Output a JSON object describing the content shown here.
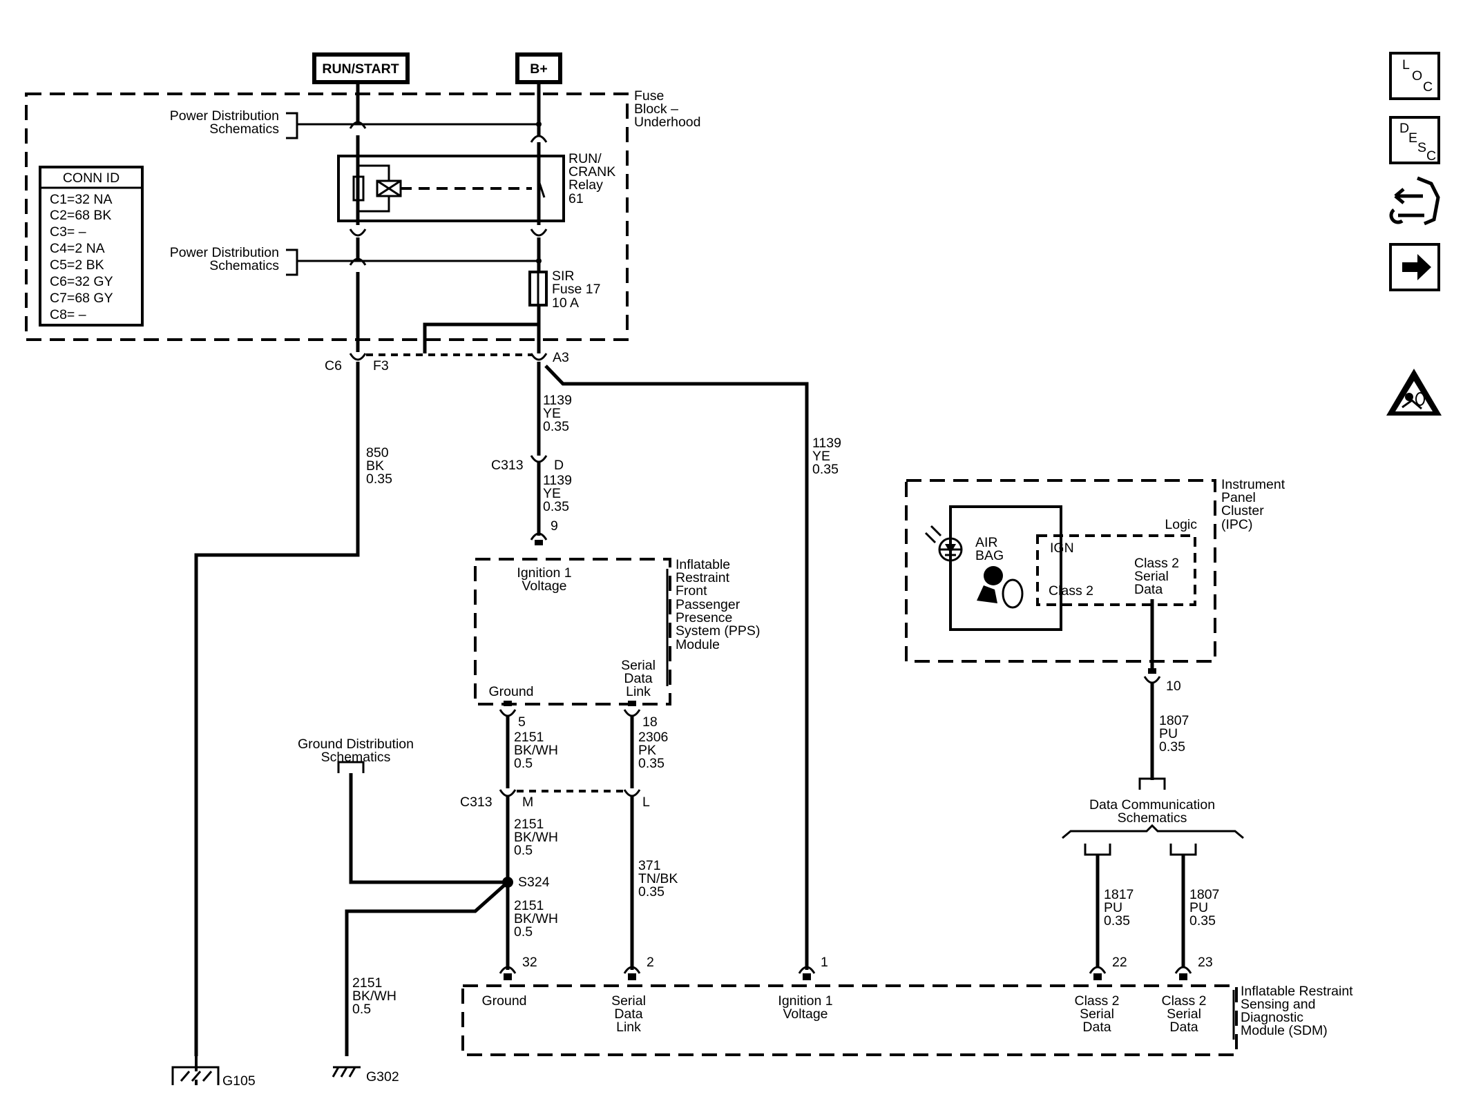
{
  "power_sources": {
    "run_start": "RUN/START",
    "b_plus": "B+"
  },
  "fuse_block": {
    "title": [
      "Fuse",
      "Block –",
      "Underhood"
    ],
    "power_dist_top": [
      "Power Distribution",
      "Schematics"
    ],
    "power_dist_bottom": [
      "Power Distribution",
      "Schematics"
    ],
    "relay": [
      "RUN/",
      "CRANK",
      "Relay",
      "61"
    ],
    "fuse": [
      "SIR",
      "Fuse 17",
      "10 A"
    ]
  },
  "conn_id": {
    "title": "CONN ID",
    "rows": [
      "C1=32 NA",
      "C2=68 BK",
      "C3= –",
      "C4=2 NA",
      "C5=2 BK",
      "C6=32 GY",
      "C7=68 GY",
      "C8= –"
    ]
  },
  "connectors": {
    "c6": "C6",
    "f3": "F3",
    "a3": "A3",
    "c313_top": "C313",
    "d": "D",
    "pin9": "9",
    "pin5": "5",
    "pin18": "18",
    "c313_mid": "C313",
    "m": "M",
    "l": "L",
    "s324": "S324",
    "pin32": "32",
    "pin2": "2",
    "pin1": "1",
    "pin22": "22",
    "pin23": "23",
    "pin10": "10",
    "g105": "G105",
    "g302": "G302"
  },
  "wires": {
    "w850": [
      "850",
      "BK",
      "0.35"
    ],
    "w1139_a": [
      "1139",
      "YE",
      "0.35"
    ],
    "w1139_b": [
      "1139",
      "YE",
      "0.35"
    ],
    "w1139_c": [
      "1139",
      "YE",
      "0.35"
    ],
    "w2151_a": [
      "2151",
      "BK/WH",
      "0.5"
    ],
    "w2306": [
      "2306",
      "PK",
      "0.35"
    ],
    "w2151_b": [
      "2151",
      "BK/WH",
      "0.5"
    ],
    "w371": [
      "371",
      "TN/BK",
      "0.35"
    ],
    "w2151_c": [
      "2151",
      "BK/WH",
      "0.5"
    ],
    "w2151_g": [
      "2151",
      "BK/WH",
      "0.5"
    ],
    "w1807_top": [
      "1807",
      "PU",
      "0.35"
    ],
    "w1817": [
      "1817",
      "PU",
      "0.35"
    ],
    "w1807_bot": [
      "1807",
      "PU",
      "0.35"
    ]
  },
  "pps": {
    "title": [
      "Inflatable",
      "Restraint",
      "Front",
      "Passenger",
      "Presence",
      "System (PPS)",
      "Module"
    ],
    "ignition": [
      "Ignition 1",
      "Voltage"
    ],
    "ground": "Ground",
    "serial": [
      "Serial",
      "Data",
      "Link"
    ]
  },
  "ground_dist": [
    "Ground Distribution",
    "Schematics"
  ],
  "ipc": {
    "title": [
      "Instrument",
      "Panel",
      "Cluster",
      "(IPC)"
    ],
    "logic": "Logic",
    "airbag": [
      "AIR",
      "BAG"
    ],
    "ign": "IGN",
    "class2": "Class 2",
    "class2_serial": [
      "Class 2",
      "Serial",
      "Data"
    ]
  },
  "data_comm": [
    "Data Communication",
    "Schematics"
  ],
  "sdm": {
    "title": [
      "Inflatable Restraint",
      "Sensing and",
      "Diagnostic",
      "Module (SDM)"
    ],
    "ground": "Ground",
    "serial": [
      "Serial",
      "Data",
      "Link"
    ],
    "ignition": [
      "Ignition 1",
      "Voltage"
    ],
    "class2_a": [
      "Class 2",
      "Serial",
      "Data"
    ],
    "class2_b": [
      "Class 2",
      "Serial",
      "Data"
    ]
  },
  "nav": {
    "loc": [
      "L",
      "O",
      "C"
    ],
    "desc": [
      "D",
      "E",
      "S",
      "C"
    ],
    "icons": [
      "loc-icon",
      "desc-icon",
      "harness-wrench-icon",
      "arrow-right-icon",
      "warning-airbag-icon"
    ]
  }
}
